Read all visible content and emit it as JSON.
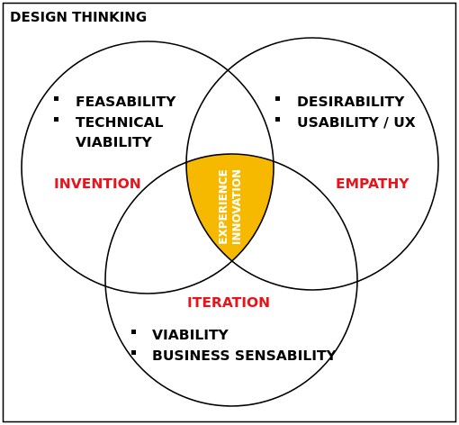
{
  "title": "DESIGN THINKING",
  "colors": {
    "accent": "#e8141c",
    "intersection": "#f7b800",
    "stroke": "#000000"
  },
  "circles": {
    "invention": {
      "label": "INVENTION",
      "bullets": [
        "FEASABILITY",
        "TECHNICAL",
        "VIABILITY"
      ]
    },
    "empathy": {
      "label": "EMPATHY",
      "bullets": [
        "DESIRABILITY",
        "USABILITY / UX"
      ]
    },
    "iteration": {
      "label": "ITERATION",
      "bullets": [
        "VIABILITY",
        "BUSINESS SENSABILITY"
      ]
    }
  },
  "center": {
    "line1": "EXPERIENCE",
    "line2": "INNOVATION"
  }
}
